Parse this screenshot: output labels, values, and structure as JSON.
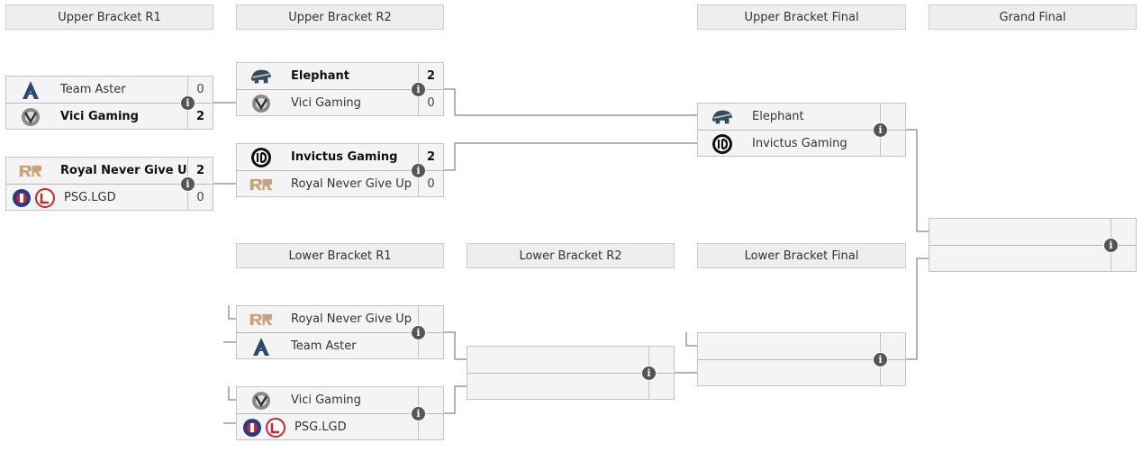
{
  "headers": {
    "ub_r1": "Upper Bracket R1",
    "ub_r2": "Upper Bracket R2",
    "ub_final": "Upper Bracket Final",
    "grand_final": "Grand Final",
    "lb_r1": "Lower Bracket R1",
    "lb_r2": "Lower Bracket R2",
    "lb_final": "Lower Bracket Final"
  },
  "matches": {
    "ub_r1_m1": {
      "team1": "Team Aster",
      "score1": "0",
      "team2": "Vici Gaming",
      "score2": "2"
    },
    "ub_r1_m2": {
      "team1": "Royal Never Give Up",
      "score1": "2",
      "team2": "PSG.LGD",
      "score2": "0"
    },
    "ub_r2_m1": {
      "team1": "Elephant",
      "score1": "2",
      "team2": "Vici Gaming",
      "score2": "0"
    },
    "ub_r2_m2": {
      "team1": "Invictus Gaming",
      "score1": "2",
      "team2": "Royal Never Give Up",
      "score2": "0"
    },
    "ub_final": {
      "team1": "Elephant",
      "team2": "Invictus Gaming"
    },
    "lb_r1_m1": {
      "team1": "Royal Never Give Up",
      "team2": "Team Aster"
    },
    "lb_r1_m2": {
      "team1": "Vici Gaming",
      "team2": "PSG.LGD"
    }
  },
  "info_glyph": "i",
  "colors": {
    "rng_gold": "#c9a27a",
    "aster_blue": "#2b4a6e",
    "psg_navy": "#1b3f8b",
    "lgd_red": "#d2232a"
  }
}
